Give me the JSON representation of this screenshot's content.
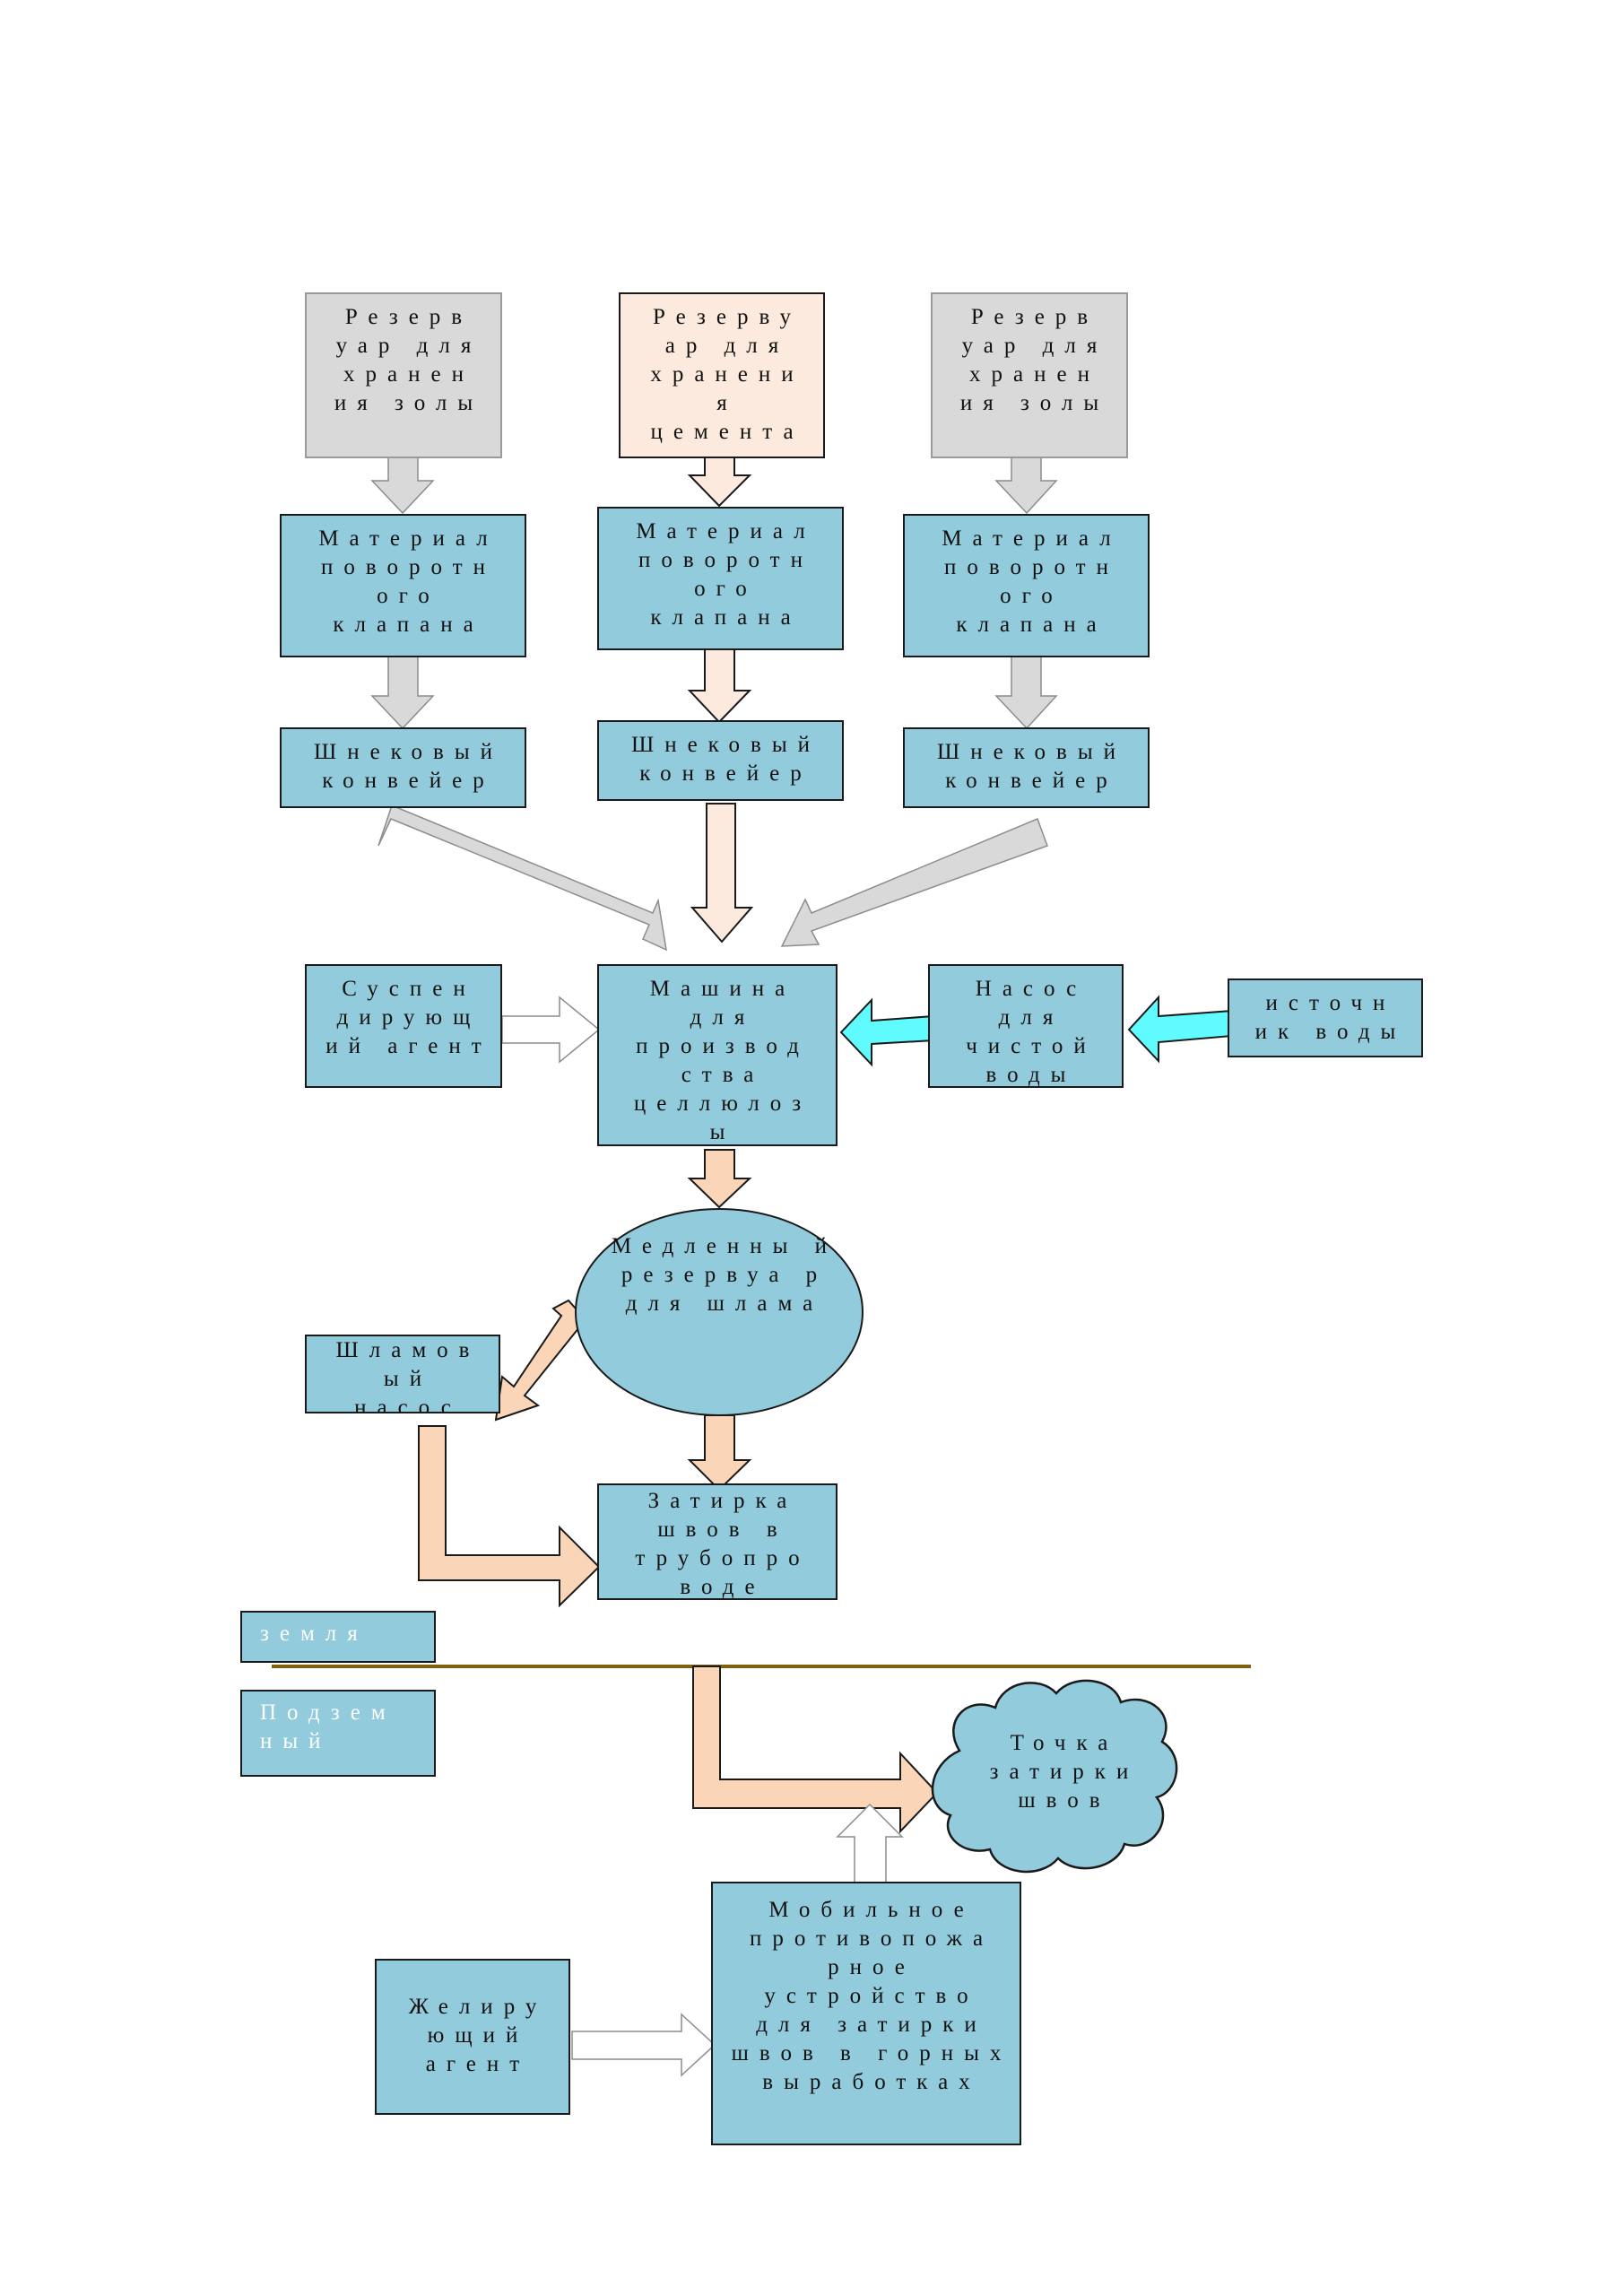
{
  "colors": {
    "box_blue": "#92cbdb",
    "box_gray": "#d9d9d9",
    "box_cream": "#fbeadd",
    "arrow_gray": "#d9d9d9",
    "arrow_cream": "#fbeadd",
    "arrow_peach": "#fbd5b8",
    "arrow_cyan": "#5ffbff",
    "ground_line": "#7f6010"
  },
  "nodes": {
    "ash_storage_left": "Резерв уар для хранен ия золы",
    "cement_storage": "Резерву ар для хранени я цемента",
    "ash_storage_right": "Резерв уар для хранен ия золы",
    "rotary_valve_left": "Материал поворотн ого клапана",
    "rotary_valve_center": "Материал поворотн ого клапана",
    "rotary_valve_right": "Материал поворотн ого клапана",
    "screw_conveyor_left": "Шнековый конвейер",
    "screw_conveyor_center": "Шнековый конвейер",
    "screw_conveyor_right": "Шнековый конвейер",
    "suspending_agent": "Суспен дирующ ий агент",
    "cellulose_machine": "Машина для производ ства целлюлоз ы",
    "clean_water_pump": "Насос для чистой воды",
    "water_source": "источн ик воды",
    "slow_slurry_tank": "Медленны й резервуа р для шлама",
    "slurry_pump": "Шламов ый насос",
    "pipeline_grouting": "Затирка швов в трубопро воде",
    "ground_label": "земля",
    "underground_label": "Подзем ный",
    "grouting_point": "Точка затирки швов",
    "mobile_fire_device": "Мобильное противопожа рное устройство для затирки швов в горных выработках",
    "gelling_agent": "Желиру ющий агент"
  }
}
